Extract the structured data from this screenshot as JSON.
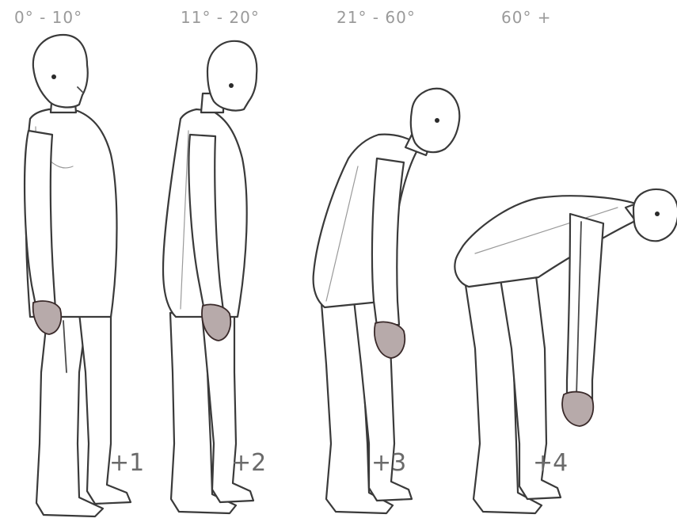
{
  "stages": [
    {
      "range": "0° - 10°",
      "grade": "+1"
    },
    {
      "range": "11° - 20°",
      "grade": "+2"
    },
    {
      "range": "21° - 60°",
      "grade": "+3"
    },
    {
      "range": "60° +",
      "grade": "+4"
    }
  ],
  "colors": {
    "range_text": "#9a9a9a",
    "grade_text": "#6a6a6a",
    "outline": "#3a3a3a",
    "hand": "#b7aaaa"
  }
}
